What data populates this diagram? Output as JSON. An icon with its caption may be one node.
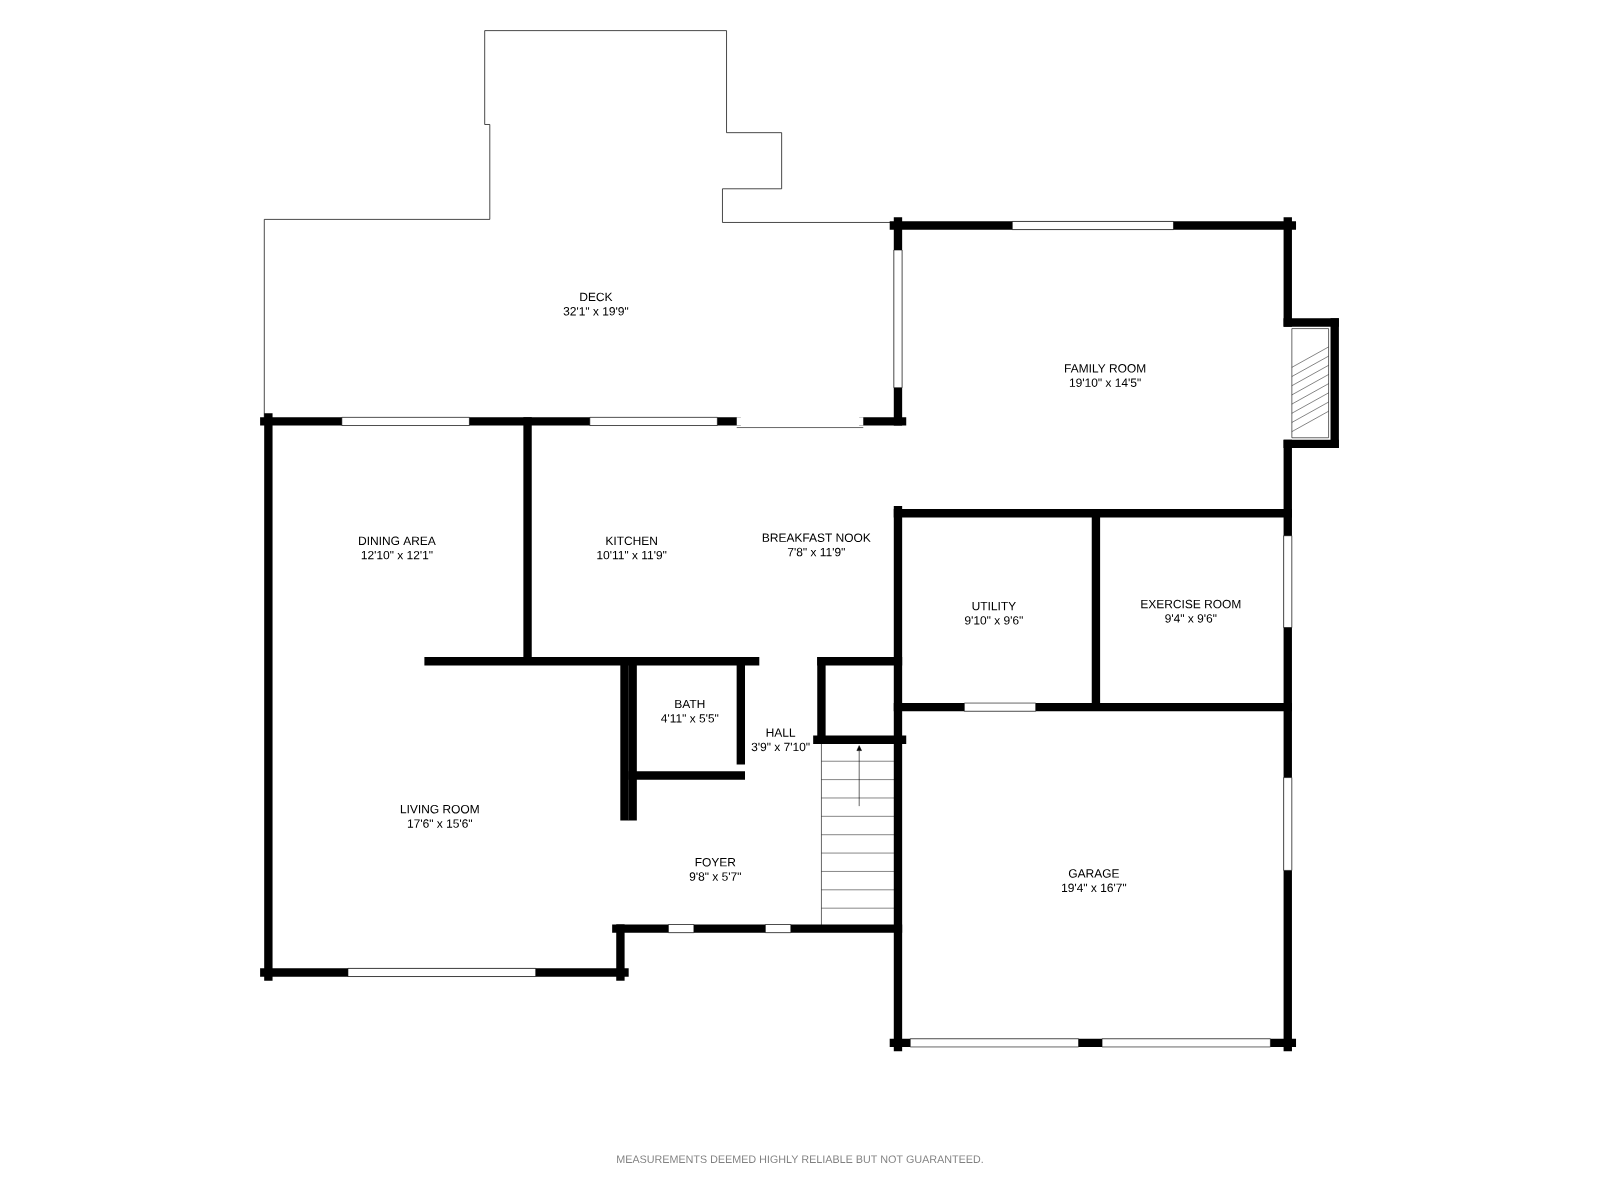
{
  "diagram": {
    "nodes": [
      {
        "text": [
          "DECK",
          "32'1\" x 19'9\""
        ]
      },
      {
        "text": [
          "FAMILY ROOM",
          "19'10\" x 14'5\""
        ]
      },
      {
        "text": [
          "DINING AREA",
          "12'10\" x 12'1\""
        ]
      },
      {
        "text": [
          "KITCHEN",
          "10'11\" x 11'9\""
        ]
      },
      {
        "text": [
          "BREAKFAST NOOK",
          "7'8\" x 11'9\""
        ]
      },
      {
        "text": [
          "UTILITY",
          "9'10\" x 9'6\""
        ]
      },
      {
        "text": [
          "EXERCISE ROOM",
          "9'4\" x 9'6\""
        ]
      },
      {
        "text": [
          "BATH",
          "4'11\" x 5'5\""
        ]
      },
      {
        "text": [
          "HALL",
          "3'9\" x 7'10\""
        ]
      },
      {
        "text": [
          "LIVING ROOM",
          "17'6\" x 15'6\""
        ]
      },
      {
        "text": [
          "FOYER",
          "9'8\" x 5'7\""
        ]
      },
      {
        "text": [
          "GARAGE",
          "19'4\" x 16'7\""
        ]
      }
    ],
    "labels": [
      "MEASUREMENTS DEEMED HIGHLY RELIABLE BUT NOT GUARANTEED."
    ]
  }
}
